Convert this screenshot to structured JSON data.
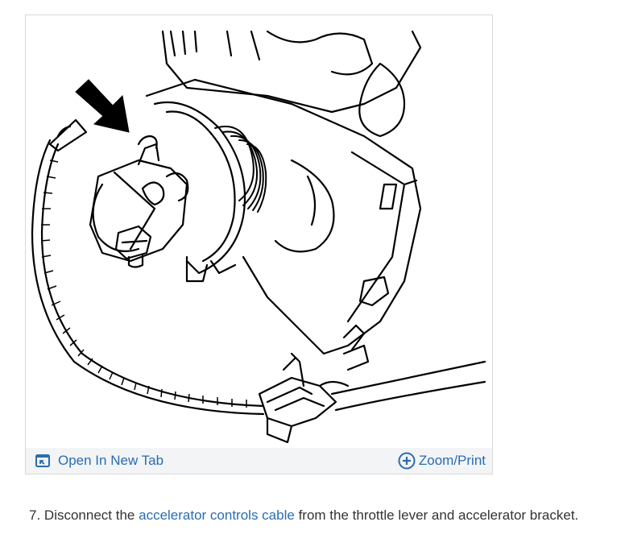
{
  "figure": {
    "open_tab_label": "Open In New Tab",
    "zoom_label": "Zoom/Print",
    "link_color": "#2b6cb0",
    "toolbar_bg": "#f2f4f6",
    "icons": {
      "open_tab": "open-new-tab-icon",
      "zoom": "plus-circle-icon"
    }
  },
  "step": {
    "number": "7.",
    "text_before": "Disconnect the",
    "link_text": "accelerator controls cable",
    "text_after": "from the throttle lever and accelerator bracket."
  }
}
